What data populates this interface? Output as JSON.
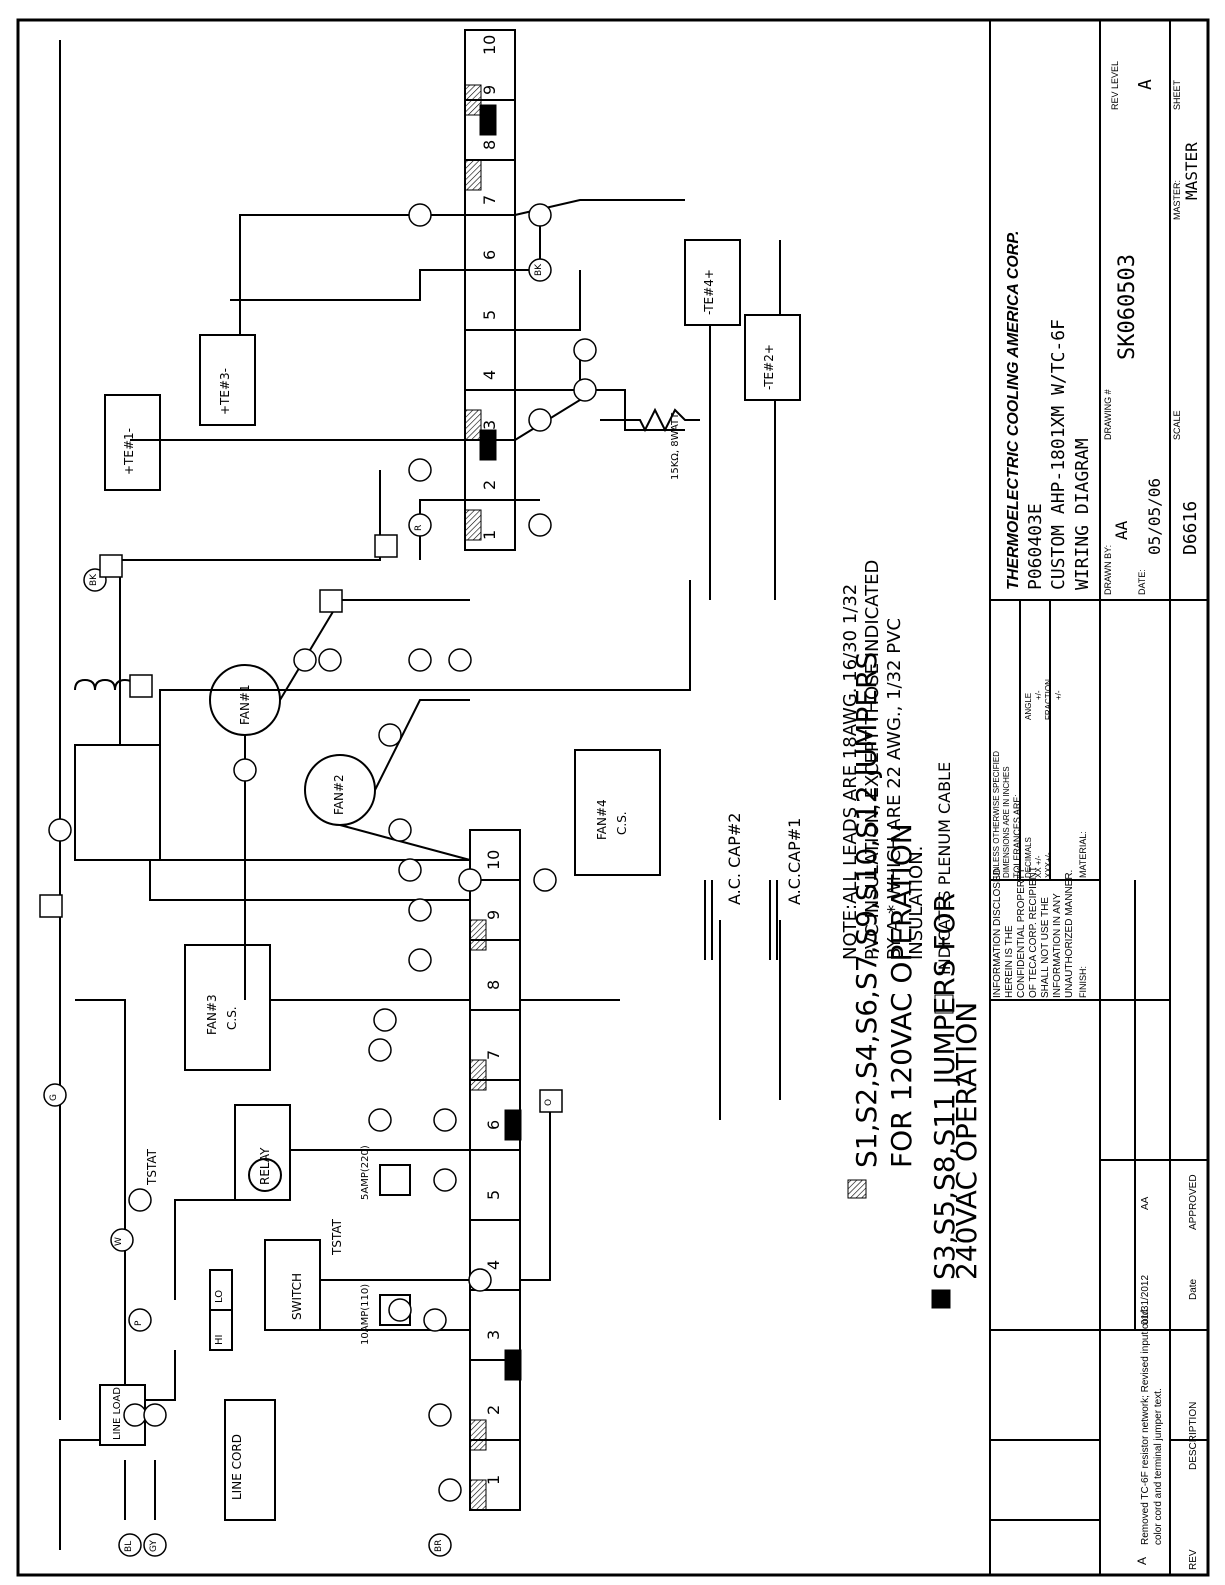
{
  "legend": {
    "hatched_text": "S1,S2,S4,S6,S7,S9,S10,S12 JUMPERS",
    "hatched_text2": "FOR 120VAC OPERATION",
    "solid_text": "S3,S5,S8,S11 JUMPERS FOR",
    "solid_text2": "240VAC OPERATION"
  },
  "note": {
    "line1": "NOTE:ALL LEADS ARE 18AWG. 16/30 1/32",
    "line2": "PVC INSULATION, EXCEPT THOSE INDICATED",
    "line3": "BY A * WHICH ARE 22 AWG., 1/32 PVC",
    "line4": "INSULATION.",
    "plenum": "INDICATES PLENUM CABLE"
  },
  "components": {
    "line_cord": "LINE CORD",
    "switch": "SWITCH",
    "relay": "RELAY",
    "tstat": "TSTAT",
    "tstat2": "TSTAT",
    "fuse1": "10AMP(110)",
    "fuse2": "5AMP(220)",
    "fan1": "FAN#1",
    "fan2": "FAN#2",
    "fan3": "FAN#3",
    "fan3_cs": "C.S.",
    "fan4": "FAN#4",
    "fan4_cs": "C.S.",
    "cap1": "A.C.CAP#1",
    "cap2": "A.C. CAP#2",
    "te1": "+TE#1-",
    "te2": "-TE#2+",
    "te3": "+TE#3-",
    "te4": "-TE#4+",
    "resistor": "15KΩ, 8WATT",
    "hi": "HI",
    "lo": "LO",
    "load_line": "LINE LOAD"
  },
  "terminal_lower": [
    "1",
    "2",
    "3",
    "4",
    "5",
    "6",
    "7",
    "8",
    "9",
    "10"
  ],
  "terminal_upper": [
    "1",
    "2",
    "3",
    "4",
    "5",
    "6",
    "7",
    "8",
    "9",
    "10"
  ],
  "wire_tags": [
    "BL",
    "GY",
    "BR",
    "W",
    "P",
    "G",
    "BK",
    "R",
    "O",
    "BK"
  ],
  "title_block": {
    "company": "THERMOELECTRIC COOLING AMERICA CORP.",
    "part_no": "P060403E",
    "title1": "CUSTOM AHP-1801XM W/TC-6F",
    "title2": "WIRING DIAGRAM",
    "drawn_by_label": "DRAWN BY:",
    "drawn_by": "AA",
    "drawing_no_label": "DRAWING #",
    "drawing_no": "SK060503",
    "date_label": "DATE:",
    "date": "05/05/06",
    "scale_label": "SCALE",
    "scale": "D6616",
    "master_label": "MASTER:",
    "master": "MASTER",
    "rev_level_label": "REV LEVEL",
    "rev_level": "A",
    "sheet_label": "SHEET",
    "disclosure1": "INFORMATION DISCLOSED",
    "disclosure2": "HEREIN IS THE",
    "disclosure3": "CONFIDENTIAL PROPERTY",
    "disclosure4": "OF TECA CORP. RECIPIENT",
    "disclosure5": "SHALL NOT USE THE",
    "disclosure6": "INFORMATION IN ANY",
    "disclosure7": "UNAUTHORIZED MANNER.",
    "unless1": "UNLESS OTHERWISE SPECIFIED",
    "unless2": "DIMENSIONS ARE IN INCHES",
    "tolerances": "TOLERANCES ARE:",
    "decimals": "DECIMALS",
    "xx": "XX +/-",
    "xxx": "XXX+/-",
    "angle": "ANGLE",
    "angle_pm": "+/-",
    "fraction": "FRACTION",
    "fraction_pm": "+/-",
    "material": "MATERIAL:",
    "finish": "FINISH:"
  },
  "revision": {
    "rev": "A",
    "description": "Removed TC-6F resistor network; Revised input cord",
    "description2": "color cord and terminal jumper text.",
    "date": "01/31/2012",
    "approved": "AA",
    "hdr_rev": "REV",
    "hdr_desc": "DESCRIPTION",
    "hdr_date": "Date",
    "hdr_approved": "APPROVED"
  }
}
